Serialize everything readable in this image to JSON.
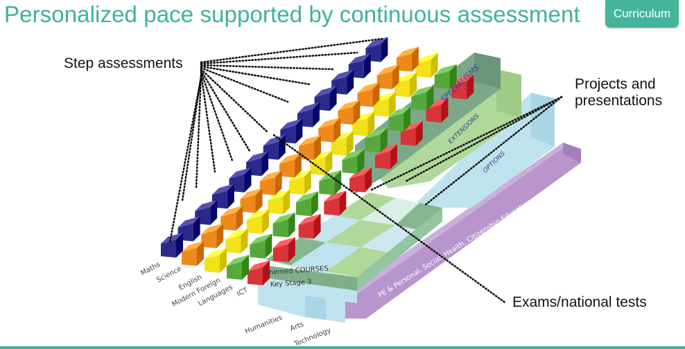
{
  "header": {
    "title": "Personalized pace supported by continuous assessment",
    "badge": "Curriculum"
  },
  "callouts": {
    "step": "Step assessments",
    "projects": "Projects and presentations",
    "exams": "Exams/national tests"
  },
  "subjects": [
    "Maths",
    "Science",
    "English",
    "Modern Foreign",
    "Languages",
    "ICT"
  ],
  "courses": {
    "themed": "Themed COURSES",
    "key_stage": "Key Stage 3",
    "humanities": "Humanities",
    "arts": "Arts",
    "technology": "Technology"
  },
  "bands": {
    "specialisms": "SPECIALISMS",
    "extensions": "EXTENSIONS",
    "options": "OPTIONS",
    "pe": "PE & Personal, Social, Health, Citizenship Education"
  },
  "colors": {
    "accent": "#3bb39a",
    "maths": "#2b2a8c",
    "science": "#ee8a1c",
    "english": "#f3e21a",
    "languages": "#56a83c",
    "ict": "#d7353a",
    "specialisms": "#7ca88a",
    "extensions": "#b0d89a",
    "options": "#bfe3ee",
    "pe": "#b994cd"
  }
}
